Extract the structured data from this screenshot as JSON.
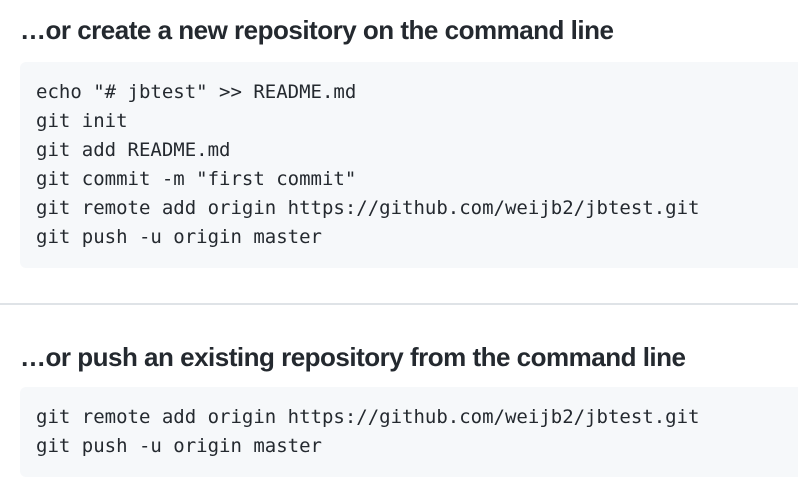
{
  "colors": {
    "page_background": "#ffffff",
    "code_background": "#f6f8fa",
    "heading_text": "#24292f",
    "code_text": "#24292f",
    "divider": "#dfe3e7"
  },
  "sections": [
    {
      "heading": "…or create a new repository on the command line",
      "code_lines": [
        "echo \"# jbtest\" >> README.md",
        "git init",
        "git add README.md",
        "git commit -m \"first commit\"",
        "git remote add origin https://github.com/weijb2/jbtest.git",
        "git push -u origin master"
      ]
    },
    {
      "heading": "…or push an existing repository from the command line",
      "code_lines": [
        "git remote add origin https://github.com/weijb2/jbtest.git",
        "git push -u origin master"
      ]
    }
  ]
}
